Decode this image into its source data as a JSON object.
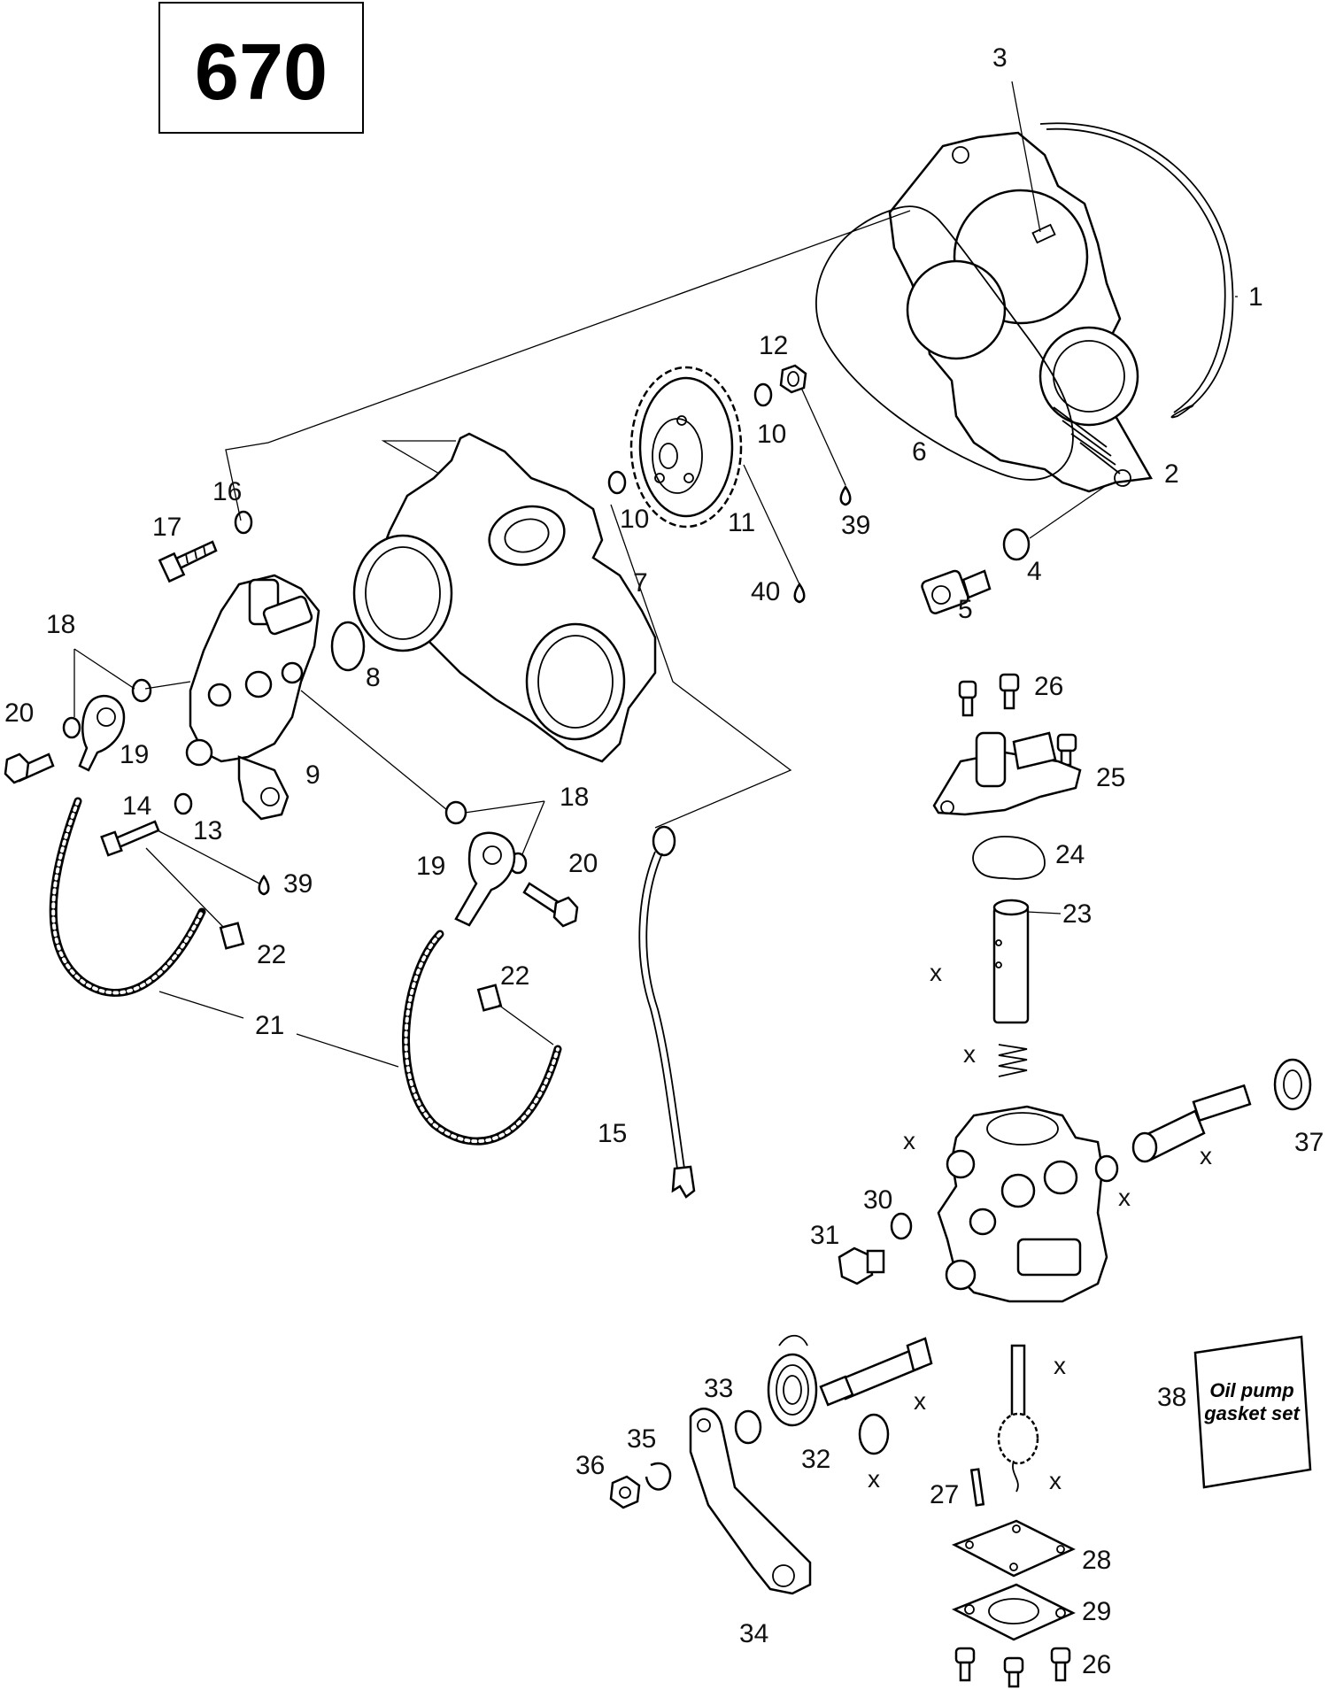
{
  "title": "670",
  "kit_label": {
    "line1": "Oil pump",
    "line2": "gasket set"
  },
  "x_mark": "x",
  "callouts": [
    {
      "id": "c1",
      "text": "1"
    },
    {
      "id": "c2",
      "text": "2"
    },
    {
      "id": "c3",
      "text": "3"
    },
    {
      "id": "c4",
      "text": "4"
    },
    {
      "id": "c5",
      "text": "5"
    },
    {
      "id": "c6",
      "text": "6"
    },
    {
      "id": "c7",
      "text": "7"
    },
    {
      "id": "c8",
      "text": "8"
    },
    {
      "id": "c9",
      "text": "9"
    },
    {
      "id": "c10a",
      "text": "10"
    },
    {
      "id": "c10b",
      "text": "10"
    },
    {
      "id": "c11",
      "text": "11"
    },
    {
      "id": "c12",
      "text": "12"
    },
    {
      "id": "c13",
      "text": "13"
    },
    {
      "id": "c14",
      "text": "14"
    },
    {
      "id": "c15",
      "text": "15"
    },
    {
      "id": "c16",
      "text": "16"
    },
    {
      "id": "c17",
      "text": "17"
    },
    {
      "id": "c18a",
      "text": "18"
    },
    {
      "id": "c18b",
      "text": "18"
    },
    {
      "id": "c19a",
      "text": "19"
    },
    {
      "id": "c19b",
      "text": "19"
    },
    {
      "id": "c20a",
      "text": "20"
    },
    {
      "id": "c20b",
      "text": "20"
    },
    {
      "id": "c21",
      "text": "21"
    },
    {
      "id": "c22a",
      "text": "22"
    },
    {
      "id": "c22b",
      "text": "22"
    },
    {
      "id": "c23",
      "text": "23"
    },
    {
      "id": "c24",
      "text": "24"
    },
    {
      "id": "c25",
      "text": "25"
    },
    {
      "id": "c26a",
      "text": "26"
    },
    {
      "id": "c26b",
      "text": "26"
    },
    {
      "id": "c27",
      "text": "27"
    },
    {
      "id": "c28",
      "text": "28"
    },
    {
      "id": "c29",
      "text": "29"
    },
    {
      "id": "c30",
      "text": "30"
    },
    {
      "id": "c31",
      "text": "31"
    },
    {
      "id": "c32",
      "text": "32"
    },
    {
      "id": "c33",
      "text": "33"
    },
    {
      "id": "c34",
      "text": "34"
    },
    {
      "id": "c35",
      "text": "35"
    },
    {
      "id": "c36",
      "text": "36"
    },
    {
      "id": "c37",
      "text": "37"
    },
    {
      "id": "c38",
      "text": "38"
    },
    {
      "id": "c39a",
      "text": "39"
    },
    {
      "id": "c39b",
      "text": "39"
    },
    {
      "id": "c40",
      "text": "40"
    }
  ]
}
